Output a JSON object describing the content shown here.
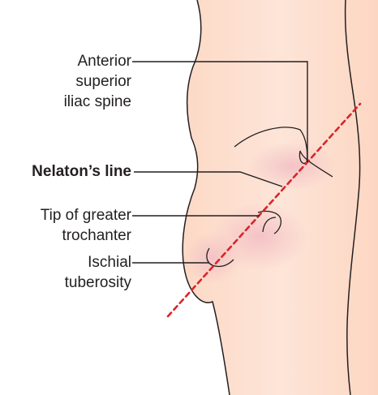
{
  "figure": {
    "labels": {
      "asis": [
        "Anterior",
        "superior",
        "iliac spine"
      ],
      "nelaton": "Nelaton’s line",
      "greater_trochanter": [
        "Tip of greater",
        "trochanter"
      ],
      "ischial": [
        "Ischial",
        "tuberosity"
      ]
    },
    "colors": {
      "skin": "#fde3d4",
      "skin_shadow": "#f6c9c9",
      "outline": "#231f20",
      "nelaton_line": "#d7262b"
    }
  }
}
